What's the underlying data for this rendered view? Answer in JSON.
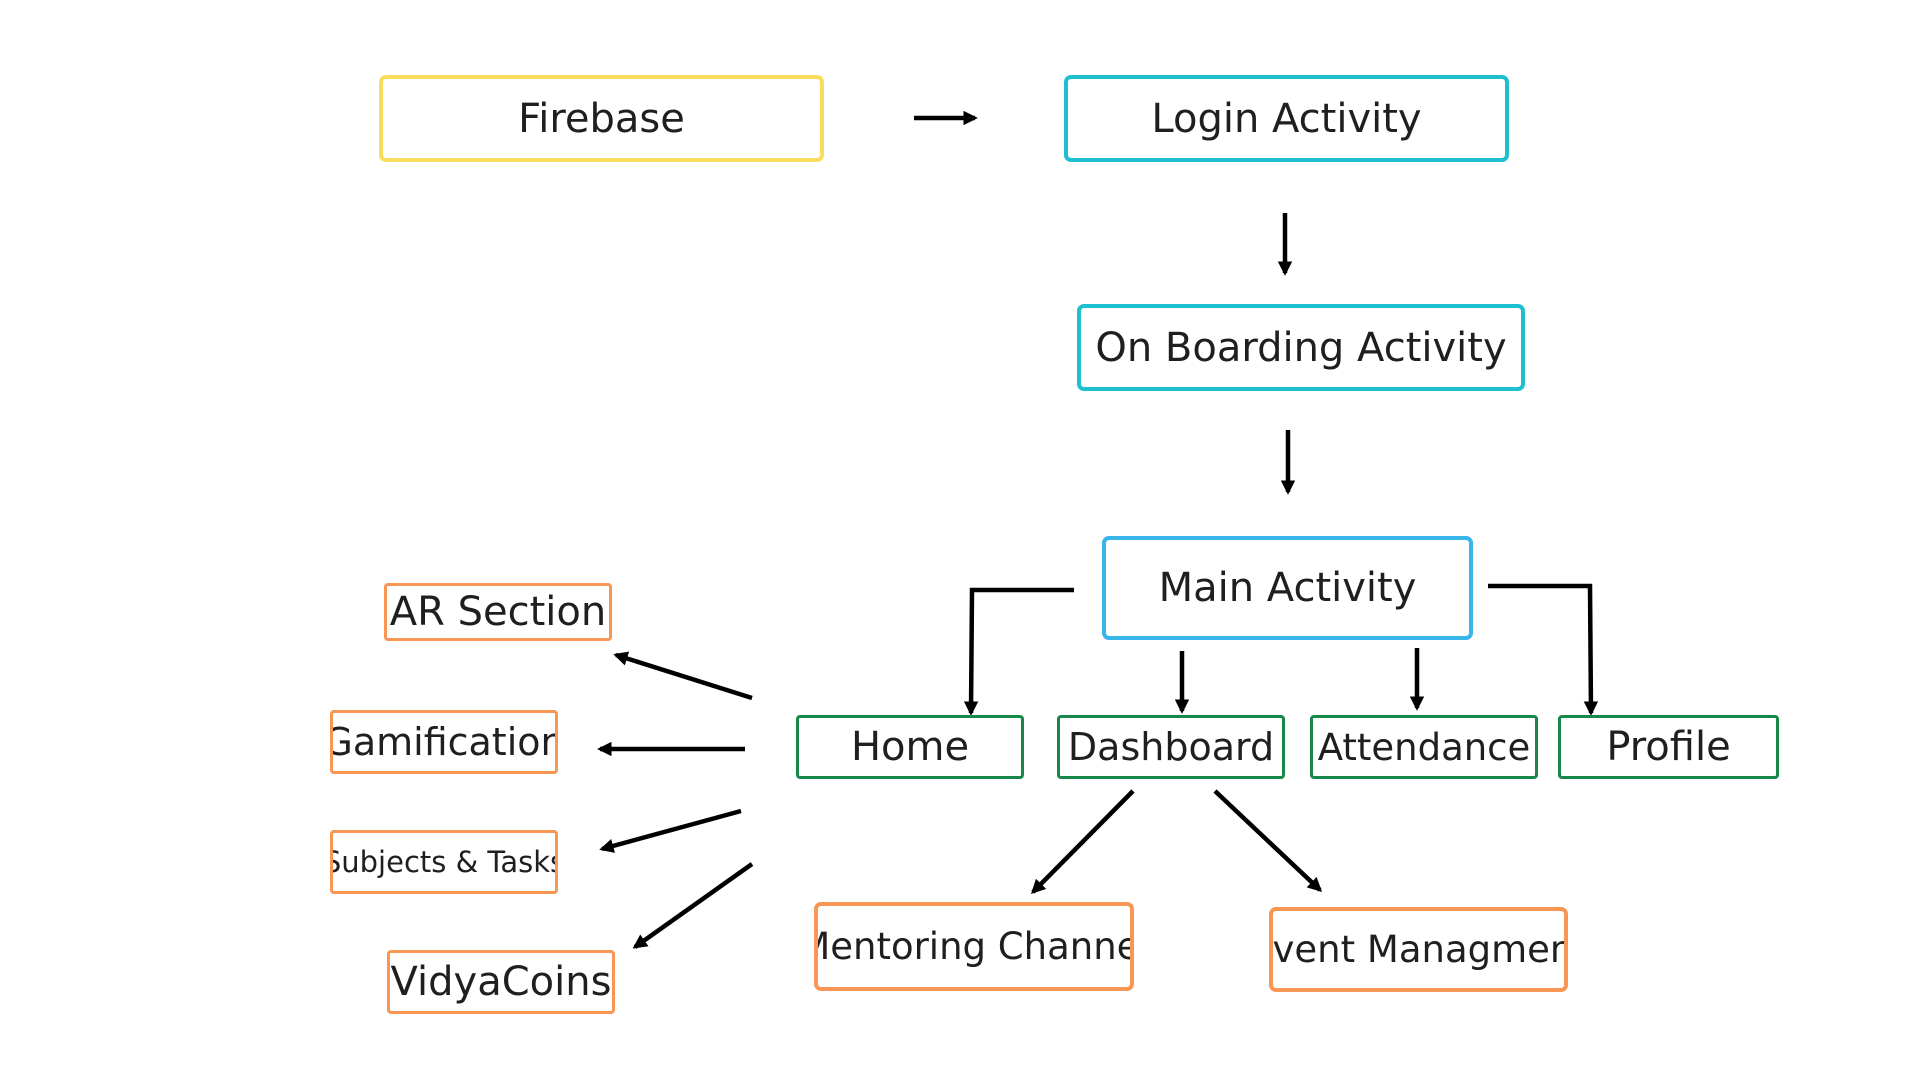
{
  "flowchart": {
    "nodes": {
      "firebase": "Firebase",
      "login": "Login Activity",
      "onboarding": "On Boarding Activity",
      "main": "Main Activity",
      "home": "Home",
      "dashboard": "Dashboard",
      "attendance": "Attendance",
      "profile": "Profile",
      "ar_section": "AR Section",
      "gamification": "Gamification",
      "subjects_tasks": "Subjects & Tasks",
      "vidyacoins": "VidyaCoins",
      "mentoring": "Mentoring Channel",
      "event": "Event Managment"
    },
    "edges": [
      {
        "from": "Firebase",
        "to": "Login Activity"
      },
      {
        "from": "Login Activity",
        "to": "On Boarding Activity"
      },
      {
        "from": "On Boarding Activity",
        "to": "Main Activity"
      },
      {
        "from": "Main Activity",
        "to": "Home"
      },
      {
        "from": "Main Activity",
        "to": "Dashboard"
      },
      {
        "from": "Main Activity",
        "to": "Attendance"
      },
      {
        "from": "Main Activity",
        "to": "Profile"
      },
      {
        "from": "Home",
        "to": "AR Section"
      },
      {
        "from": "Home",
        "to": "Gamification"
      },
      {
        "from": "Home",
        "to": "Subjects & Tasks"
      },
      {
        "from": "Home",
        "to": "VidyaCoins"
      },
      {
        "from": "Dashboard",
        "to": "Mentoring Channel"
      },
      {
        "from": "Dashboard",
        "to": "Event Managment"
      }
    ],
    "colors": {
      "entry": "#fadd5c",
      "activity": "#1ebfd0",
      "main": "#38b6ec",
      "section": "#17884a",
      "feature": "#f89653",
      "arrow": "#000000"
    }
  }
}
